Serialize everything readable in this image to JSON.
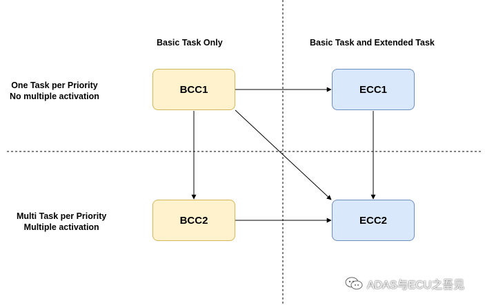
{
  "columns": {
    "basic": "Basic Task Only",
    "extended": "Basic Task and Extended Task"
  },
  "rows": {
    "one": {
      "line1": "One Task per Priority",
      "line2": "No multiple activation"
    },
    "multi": {
      "line1": "Multi Task per Priority",
      "line2": "Multiple activation"
    }
  },
  "nodes": {
    "bcc1": "BCC1",
    "ecc1": "ECC1",
    "bcc2": "BCC2",
    "ecc2": "ECC2"
  },
  "edges": [
    {
      "from": "BCC1",
      "to": "ECC1"
    },
    {
      "from": "BCC1",
      "to": "BCC2"
    },
    {
      "from": "BCC1",
      "to": "ECC2"
    },
    {
      "from": "ECC1",
      "to": "ECC2"
    },
    {
      "from": "BCC2",
      "to": "ECC2"
    }
  ],
  "colors": {
    "basic_fill": "#fff2cc",
    "basic_stroke": "#d6b656",
    "extended_fill": "#dae8fc",
    "extended_stroke": "#6c8ebf"
  },
  "watermark": "ADAS与ECU之吾见"
}
